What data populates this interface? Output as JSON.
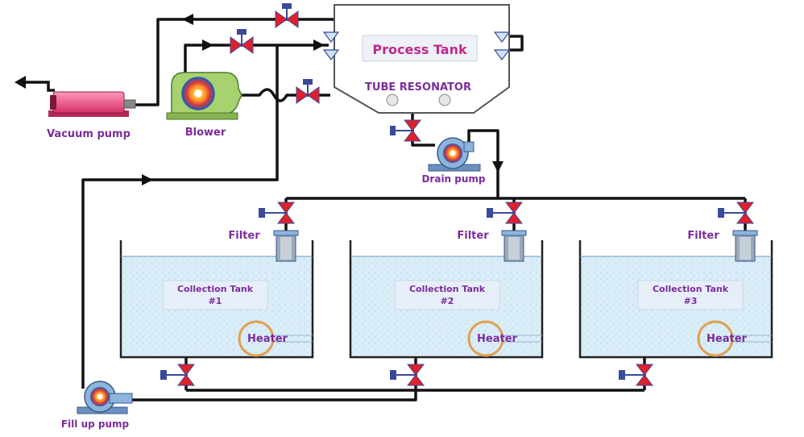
{
  "process_tank": {
    "title": "Process Tank",
    "resonator_label": "TUBE RESONATOR"
  },
  "equipment": {
    "vacuum_pump": "Vacuum pump",
    "blower": "Blower",
    "drain_pump": "Drain pump",
    "fill_up_pump": "Fill up pump"
  },
  "collection_tanks": [
    {
      "title_line1": "Collection Tank",
      "title_line2": "#1",
      "filter": "Filter",
      "heater": "Heater"
    },
    {
      "title_line1": "Collection Tank",
      "title_line2": "#2",
      "filter": "Filter",
      "heater": "Heater"
    },
    {
      "title_line1": "Collection Tank",
      "title_line2": "#3",
      "filter": "Filter",
      "heater": "Heater"
    }
  ],
  "colors": {
    "pipe": "#111111",
    "label_purple": "#7b2c9a",
    "title_magenta": "#c0288c",
    "valve_red": "#e0202a",
    "valve_blue": "#3a4a9a",
    "water": "#d8ecf6",
    "pump_blue": "#8cb4dc",
    "blower_green": "#a8d270",
    "vacuum_pink": "#e05078"
  }
}
